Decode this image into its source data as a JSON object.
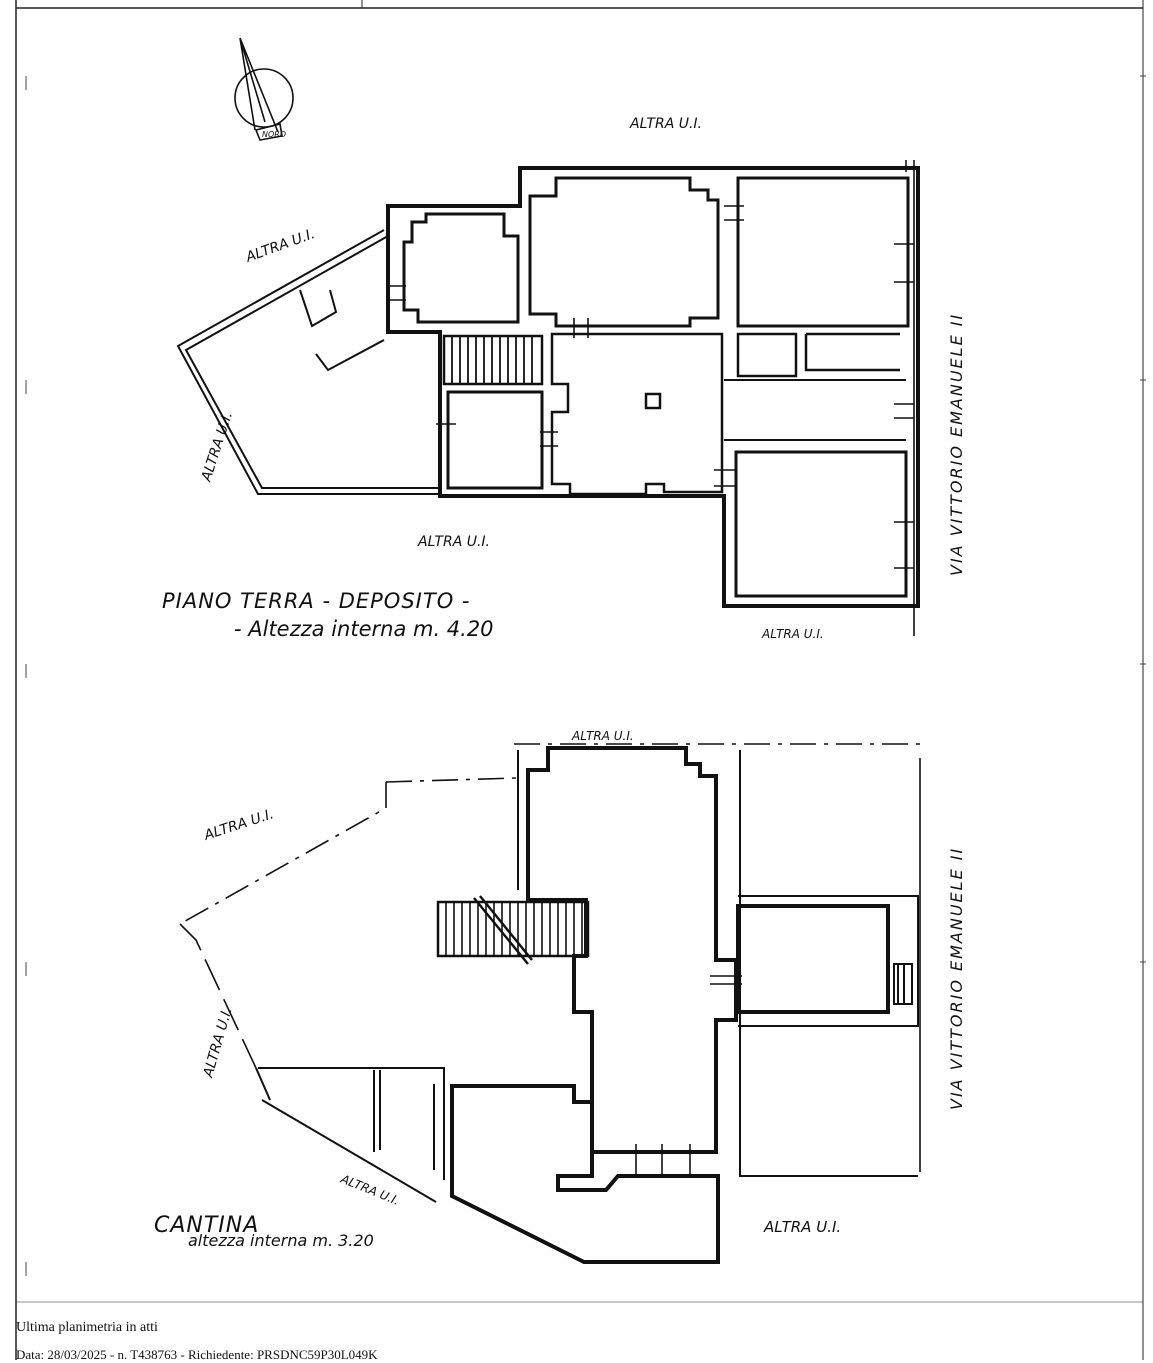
{
  "north_arrow": {
    "label": "NORD"
  },
  "ground_floor": {
    "title_line1": "PIANO TERRA - DEPOSITO -",
    "title_line2": "- Altezza interna  m. 4.20",
    "labels": {
      "top": "ALTRA U.I.",
      "upper_left": "ALTRA U.I.",
      "left": "ALTRA U.I.",
      "bottom": "ALTRA U.I.",
      "bottom_right": "ALTRA U.I.",
      "street": "VIA VITTORIO EMANUELE II"
    }
  },
  "cellar": {
    "title_line1": "CANTINA",
    "title_line2": "altezza interna m. 3.20",
    "labels": {
      "top": "ALTRA U.I.",
      "upper_left": "ALTRA U.I.",
      "left": "ALTRA U.I.",
      "bottom_left": "ALTRA U.I.",
      "bottom_right": "ALTRA U.I.",
      "street": "VIA VITTORIO EMANUELE II"
    }
  },
  "footer": {
    "line1": "Ultima planimetria in atti",
    "line2": "Data: 28/03/2025 - n. T438763 - Richiedente: PRSDNC59P30L049K"
  }
}
